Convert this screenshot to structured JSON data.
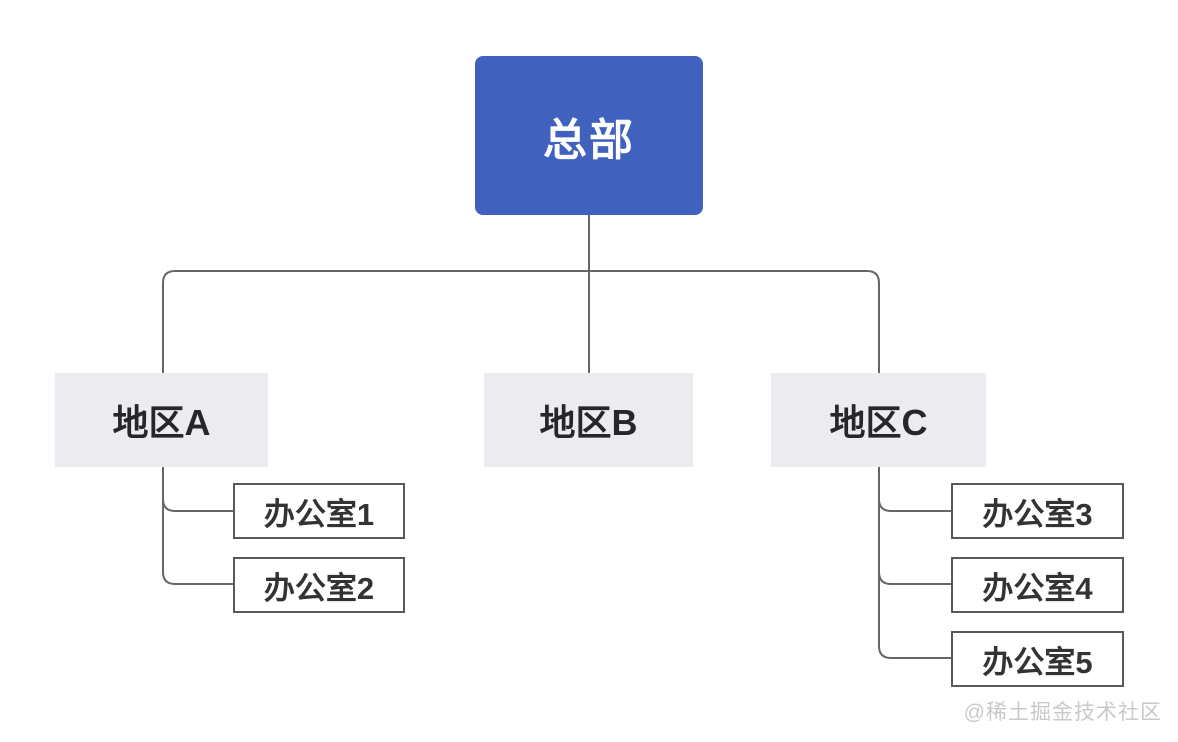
{
  "diagram": {
    "root": {
      "label": "总部"
    },
    "regions": [
      {
        "label": "地区A"
      },
      {
        "label": "地区B"
      },
      {
        "label": "地区C"
      }
    ],
    "offices_left": [
      {
        "label": "办公室1"
      },
      {
        "label": "办公室2"
      }
    ],
    "offices_right": [
      {
        "label": "办公室3"
      },
      {
        "label": "办公室4"
      },
      {
        "label": "办公室5"
      }
    ],
    "watermark": "@稀土掘金技术社区",
    "colors": {
      "root_fill": "#4161BE",
      "root_text": "#FFFFFF",
      "region_fill": "#EBEBF0",
      "region_text": "#26262B",
      "office_fill": "#FFFFFF",
      "office_border": "#595959",
      "office_text": "#333333",
      "connector_line": "#666666",
      "watermark_text": "#C9C9C9",
      "background": "#FFFFFF"
    }
  }
}
